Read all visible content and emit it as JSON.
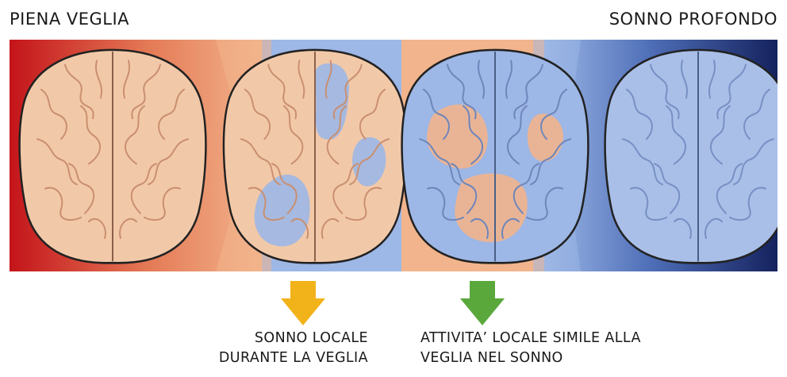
{
  "header": {
    "left_label": "PIENA VEGLIA",
    "right_label": "SONNO PROFONDO"
  },
  "panels": [
    {
      "state": "awake",
      "color_background": "#c81e1e",
      "color_brain": "#f2c9a8"
    },
    {
      "state": "local-sleep-in-wake",
      "color_background": "#9db7e6",
      "color_brain": "#f2c9a8",
      "color_patch": "#9db7e6"
    },
    {
      "state": "local-wake-in-sleep",
      "color_background": "#f2b48c",
      "color_brain": "#9db7e6",
      "color_patch": "#f2b48c"
    },
    {
      "state": "deep-sleep",
      "color_background": "#1b2b6b",
      "color_brain": "#a9bfe8"
    }
  ],
  "arrows": [
    {
      "color": "#f2b21a",
      "icon": "arrow-down-icon"
    },
    {
      "color": "#5aa83c",
      "icon": "arrow-down-icon"
    }
  ],
  "captions": {
    "left": {
      "line1": "SONNO LOCALE",
      "line2": "DURANTE LA VEGLIA"
    },
    "right": {
      "line1": "ATTIVITA’ LOCALE SIMILE ALLA",
      "line2": "VEGLIA NEL SONNO"
    }
  }
}
